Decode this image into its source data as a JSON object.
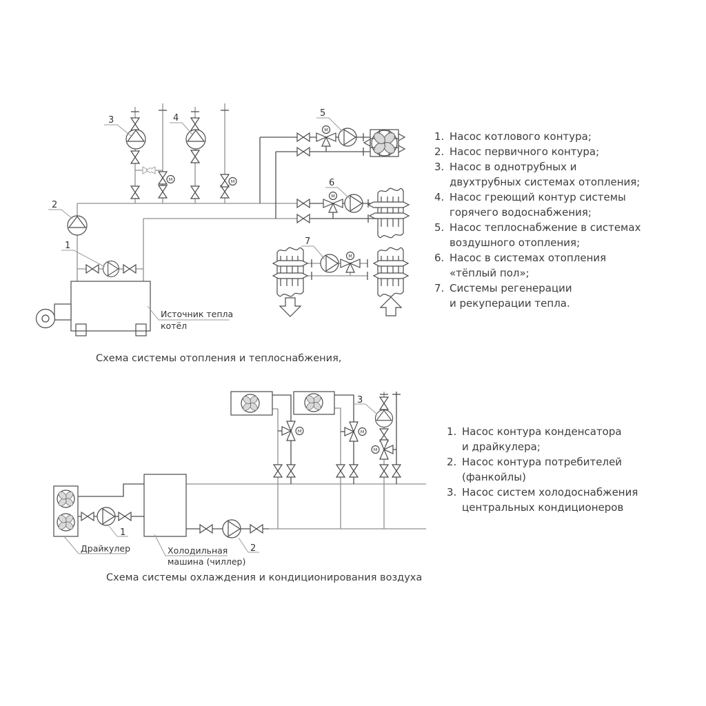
{
  "motor": "М",
  "top": {
    "caption": "Схема системы отопления и теплоснабжения,",
    "callouts": {
      "c1": "1",
      "c2": "2",
      "c3": "3",
      "c4": "4",
      "c5": "5",
      "c6": "6",
      "c7": "7"
    },
    "boiler_label_line1": "Источник тепла",
    "boiler_label_line2": "котёл",
    "legend": [
      {
        "num": "1.",
        "lines": [
          "Насос котлового контура;"
        ]
      },
      {
        "num": "2.",
        "lines": [
          "Насос первичного контура;"
        ]
      },
      {
        "num": "3.",
        "lines": [
          "Насос в однотрубных и",
          "двухтрубных системах отопления;"
        ]
      },
      {
        "num": "4.",
        "lines": [
          "Насос греющий контур системы",
          "горячего водоснабжения;"
        ]
      },
      {
        "num": "5.",
        "lines": [
          "Насос теплоснабжение в системах",
          "воздушного отопления;"
        ]
      },
      {
        "num": "6.",
        "lines": [
          "Насос в системах отопления",
          "«тёплый пол»;"
        ]
      },
      {
        "num": "7.",
        "lines": [
          "Системы регенерации",
          "и рекуперации тепла."
        ]
      }
    ]
  },
  "bottom": {
    "caption": "Схема системы охлаждения и кондиционирования воздуха",
    "callouts": {
      "c1": "1",
      "c2": "2",
      "c3": "3"
    },
    "drycooler_label": "Драйкулер",
    "chiller_label_line1": "Холодильная",
    "chiller_label_line2": "машина (чиллер)",
    "legend": [
      {
        "num": "1.",
        "lines": [
          "Насос контура конденсатора",
          "и драйкулера;"
        ]
      },
      {
        "num": "2.",
        "lines": [
          "Насос контура потребителей",
          "(фанкойлы)"
        ]
      },
      {
        "num": "3.",
        "lines": [
          "Насос систем холодоснабжения",
          "центральных кондиционеров"
        ]
      }
    ]
  }
}
